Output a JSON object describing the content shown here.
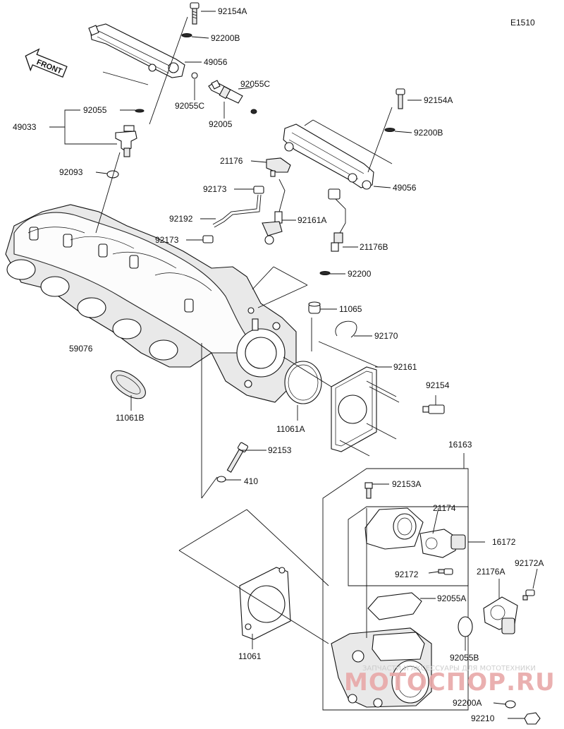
{
  "diagram": {
    "code": "E1510",
    "front_label": "FRONT",
    "callouts": {
      "p92154A_top": "92154A",
      "p92200B_top": "92200B",
      "p49056_top": "49056",
      "p92055C_a": "92055C",
      "p92055C_b": "92055C",
      "p92005": "92005",
      "p92055": "92055",
      "p49033": "49033",
      "p92093": "92093",
      "p92154A_right": "92154A",
      "p92200B_right": "92200B",
      "p21176": "21176",
      "p49056_right": "49056",
      "p92173_a": "92173",
      "p92192": "92192",
      "p92161A": "92161A",
      "p92173_b": "92173",
      "p21176B": "21176B",
      "p92200": "92200",
      "p11065": "11065",
      "p92170": "92170",
      "p59076": "59076",
      "p92161": "92161",
      "p92154": "92154",
      "p11061B": "11061B",
      "p11061A": "11061A",
      "p92153": "92153",
      "p410": "410",
      "p16163": "16163",
      "p92153A": "92153A",
      "p21174": "21174",
      "p16172": "16172",
      "p92172": "92172",
      "p21176A": "21176A",
      "p92172A": "92172A",
      "p92055A": "92055A",
      "p11061": "11061",
      "p92055B": "92055B",
      "p92200A": "92200A",
      "p92210": "92210"
    }
  },
  "watermark": {
    "caption": "ЗАПЧАСТИ И АКСЕССУАРЫ ДЛЯ МОТОТЕХНИКИ",
    "logo": "МОТОСПОР.RU"
  }
}
